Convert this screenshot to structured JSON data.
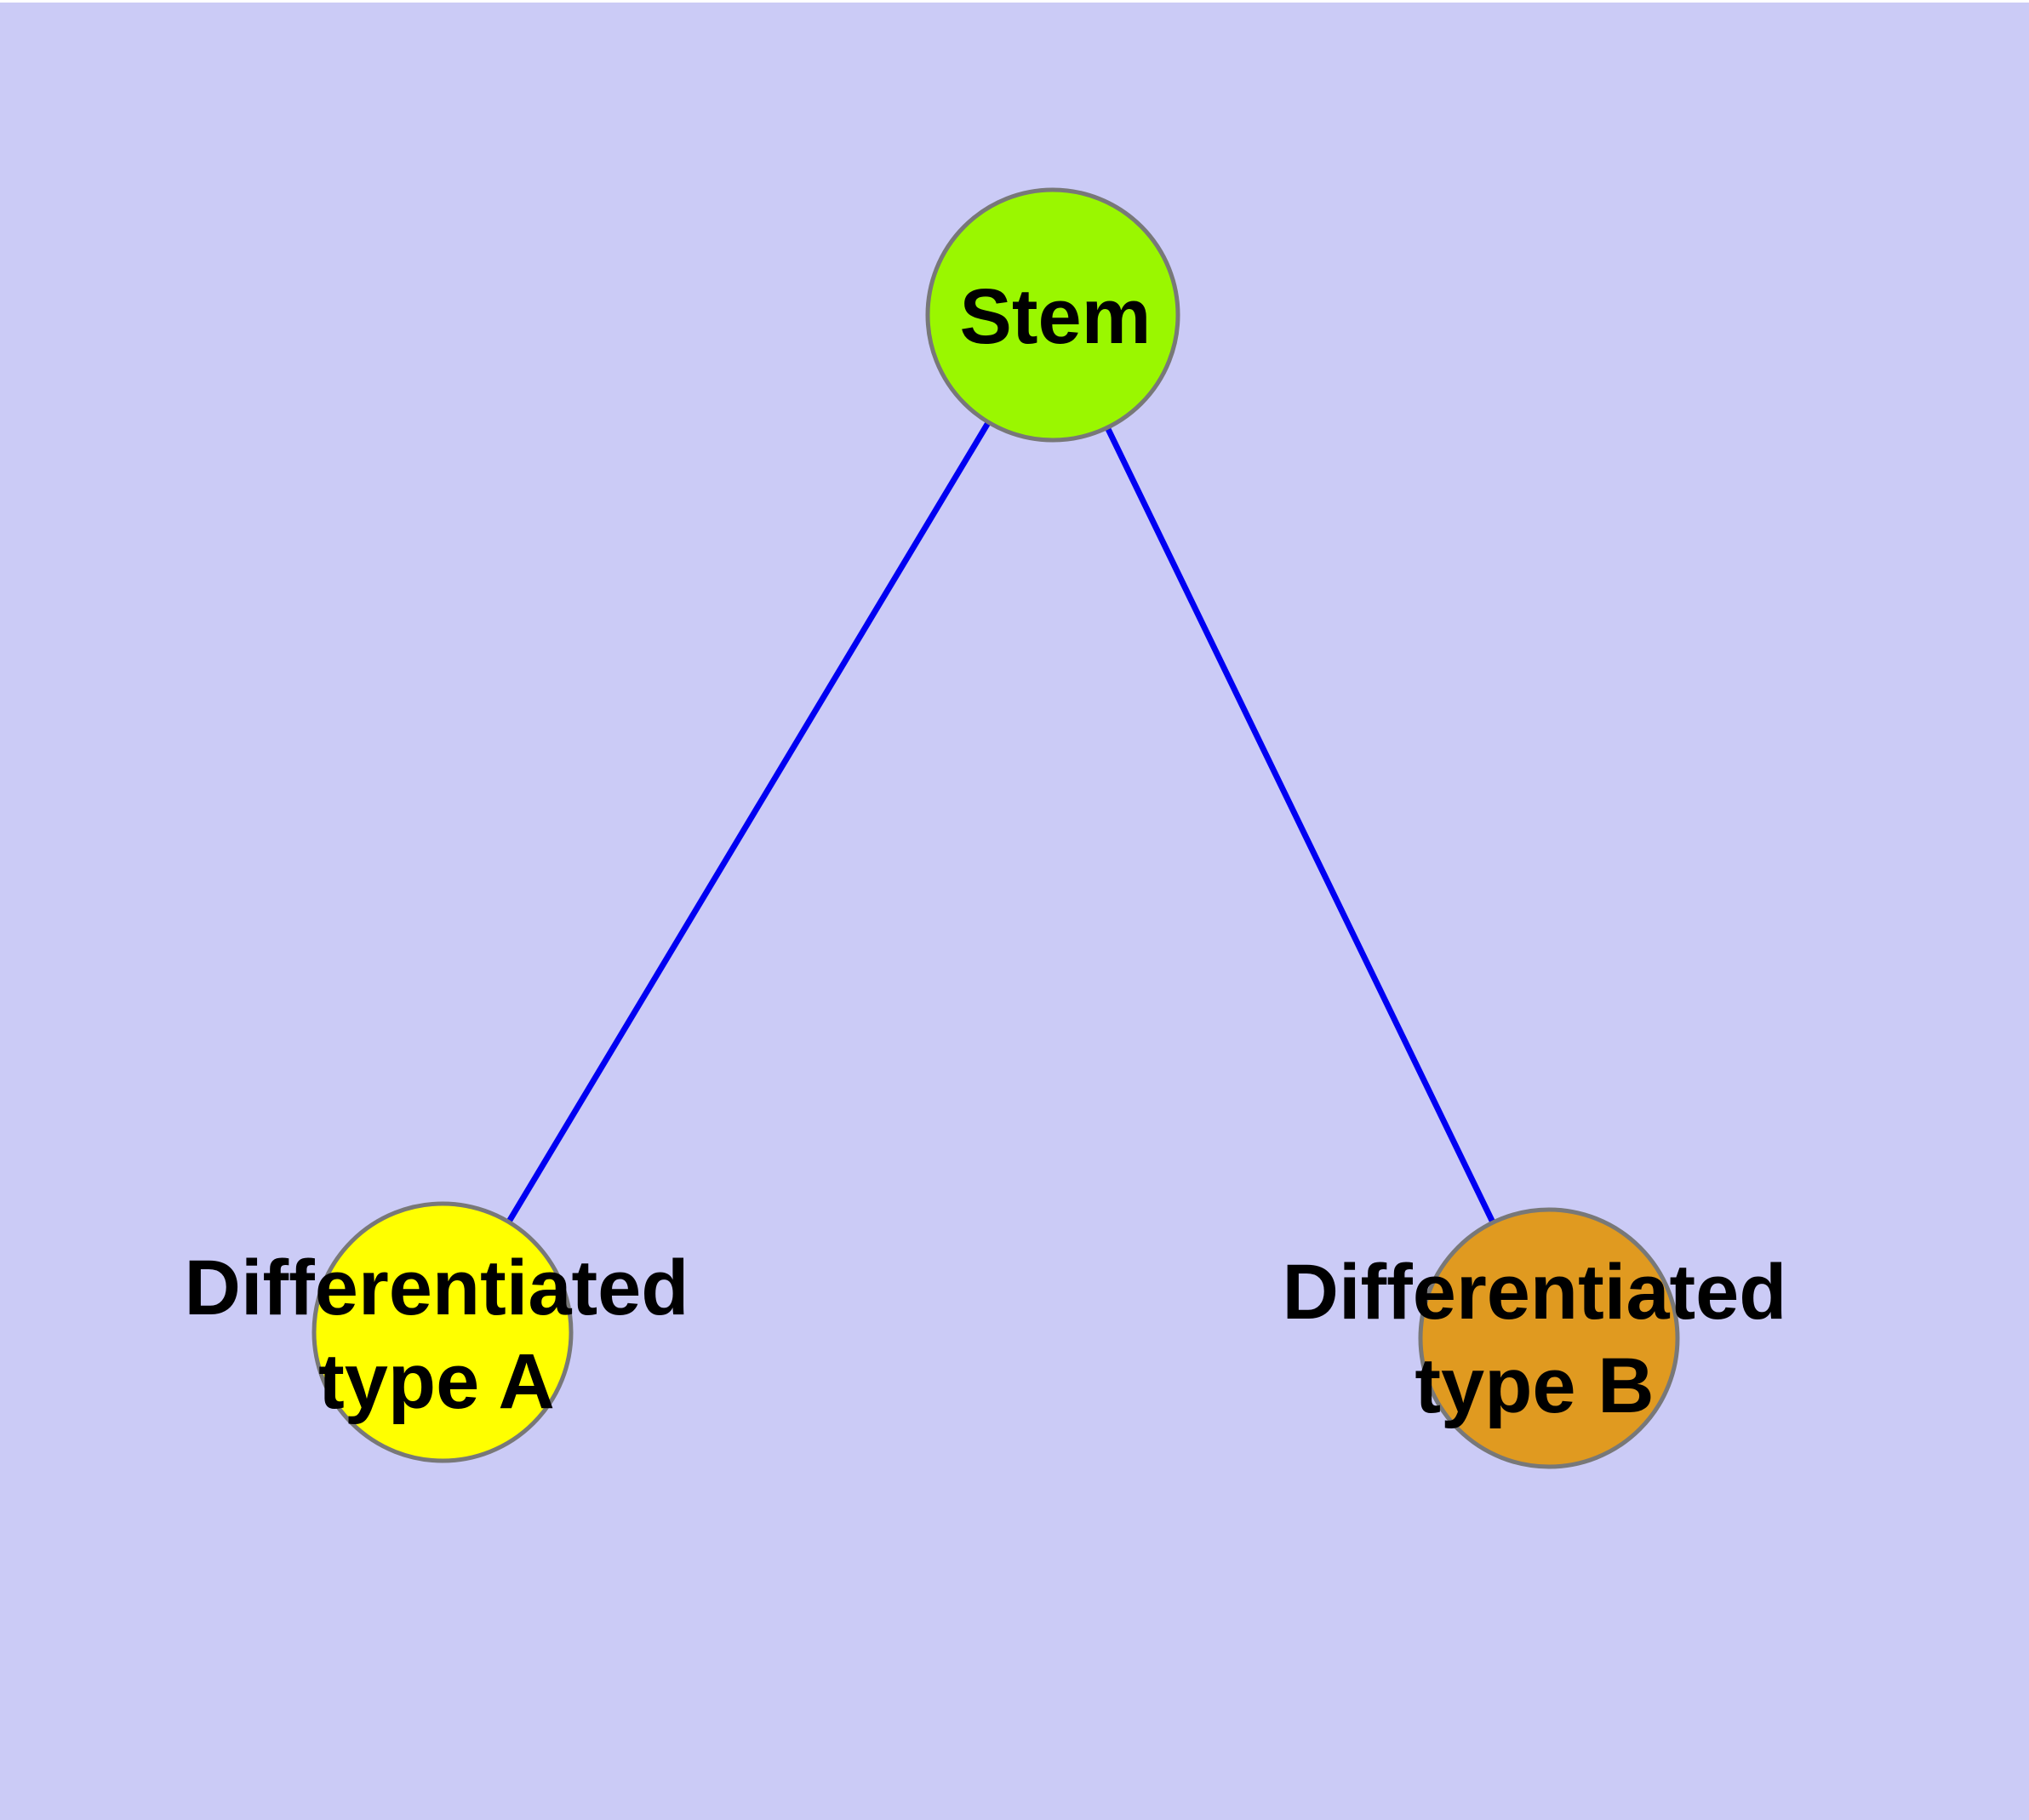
{
  "diagram": {
    "type": "graph",
    "background_color": "#cbcbf6",
    "edge_color": "#0000f2",
    "node_border_color": "#787878",
    "nodes": [
      {
        "id": "stem",
        "label": "Stem",
        "fill": "#9af700"
      },
      {
        "id": "differentiated-type-a",
        "label": "Differentiated\ntype A",
        "fill": "#ffff00"
      },
      {
        "id": "differentiated-type-b",
        "label": "Differentiated\ntype B",
        "fill": "#e09a20"
      }
    ],
    "edges": [
      {
        "from": "stem",
        "to": "differentiated-type-a"
      },
      {
        "from": "stem",
        "to": "differentiated-type-b"
      }
    ]
  }
}
